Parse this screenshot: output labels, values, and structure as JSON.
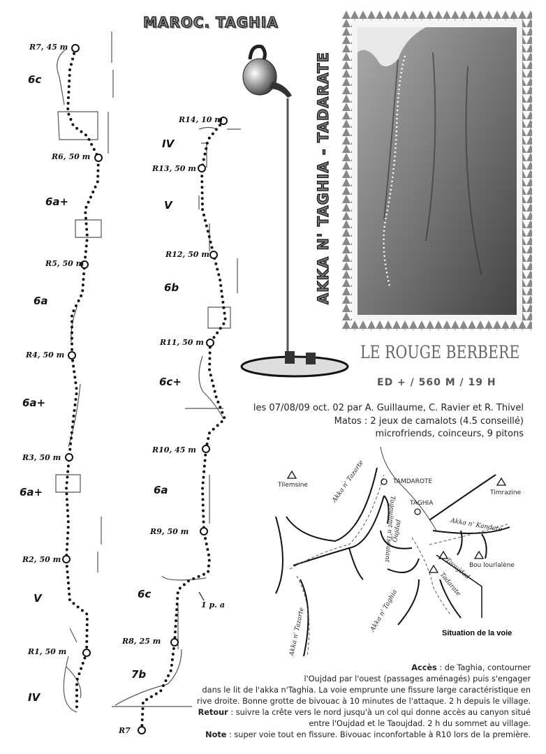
{
  "header": {
    "title": "MAROC. TAGHIA"
  },
  "vertical_title": "AKKA N' TAGHIA - TADARATE",
  "route": {
    "name": "LE ROUGE BERBERE",
    "stats": "ED + / 560 M / 19 H",
    "first_ascent": "les 07/08/09 oct. 02 par A. Guillaume, C. Ravier et R. Thivel",
    "gear_line1": "Matos : 2 jeux de camalots (4.5 conseillé)",
    "gear_line2": "microfriends, coinceurs, 9 pitons"
  },
  "topo": {
    "left_column": {
      "belays": [
        "R7, 45 m",
        "R6, 50 m",
        "R5, 50 m",
        "R4, 50 m",
        "R3, 50 m",
        "R2, 50 m",
        "R1, 50 m"
      ],
      "grades": [
        "6c",
        "6a+",
        "6a",
        "6a+",
        "6a+",
        "V",
        "IV"
      ]
    },
    "right_column": {
      "belays": [
        "R14, 10 m",
        "R13, 50 m",
        "R12, 50 m",
        "R11, 50 m",
        "R10, 45 m",
        "R9, 50 m",
        "R8, 25 m",
        "R7"
      ],
      "grades": [
        "IV",
        "V",
        "6b",
        "6c+",
        "6a",
        "6c",
        "7b"
      ],
      "note": "1 p. a"
    }
  },
  "map": {
    "peaks": [
      "Tilemsine",
      "Timrazine",
      "Bou lourlalène"
    ],
    "villages": [
      "TAMDAROTE",
      "TAGHIA"
    ],
    "valleys": [
      "Akka n' Tazarte",
      "Akka n' Tazarte",
      "Akka n' Kandate",
      "Tagoujimt n'Tsouiant",
      "Oujdad",
      "Taoujdad",
      "Tadarate",
      "Akka n' Taghia"
    ],
    "pointer": "Situation de la voie"
  },
  "description": {
    "acces_label": "Accès",
    "acces_1": " : de Taghia, contourner",
    "acces_2": "l'Oujdad par l'ouest (passages aménagés) puis s'engager",
    "acces_3": "dans le lit de l'akka n'Taghia. La voie emprunte une fissure large caractéristique en",
    "acces_4": "rive droite. Bonne grotte de bivouac à 10 minutes de l'attaque. 2 h depuis le village.",
    "retour_label": "Retour",
    "retour_1": " : suivre la crête vers le nord jusqu'à un col qui donne accès au canyon situé",
    "retour_2": "entre l'Oujdad et le Taoujdad.  2 h du sommet au village.",
    "note_label": "Note",
    "note_1": " : super voie tout en fissure. Bivouac inconfortable à R10 lors de la première."
  }
}
